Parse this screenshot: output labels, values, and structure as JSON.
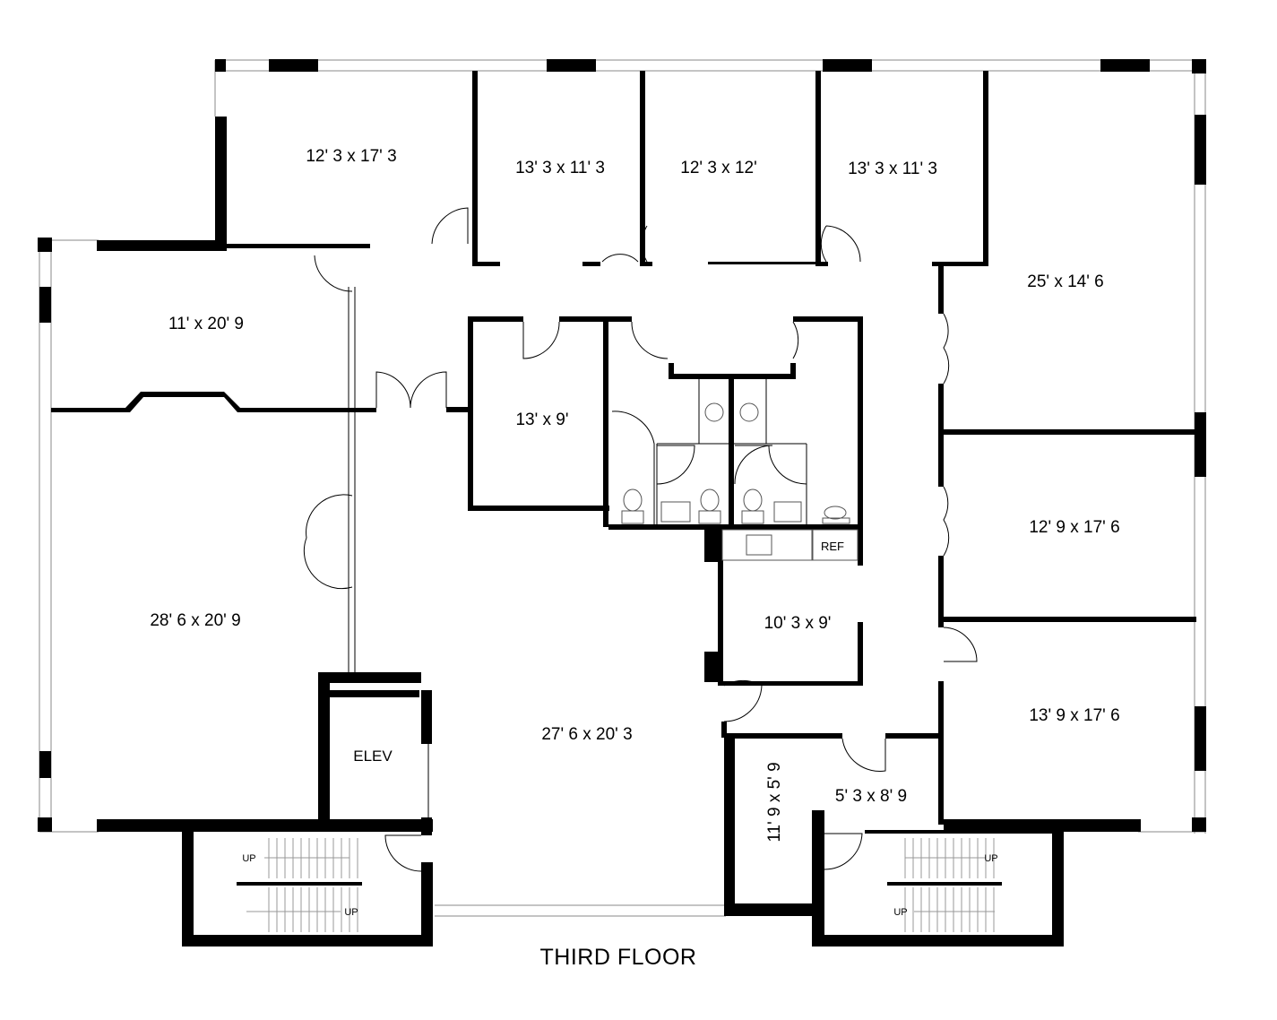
{
  "floor_title": "THIRD FLOOR",
  "rooms": {
    "office_a": "12' 3 x 17' 3",
    "office_b": "13' 3 x 11' 3",
    "office_c": "12' 3 x 12'",
    "office_d": "13' 3 x 11' 3",
    "office_ne": "25' x 14' 6",
    "office_w_small": "11' x 20' 9",
    "office_w_large": "28' 6 x 20' 9",
    "office_center": "13' x 9'",
    "office_e_mid": "12' 9 x 17' 6",
    "office_kitchen": "10' 3 x 9'",
    "office_se": "13' 9 x 17' 6",
    "main_space": "27' 6 x 20' 3",
    "storage_vertical": "11' 9 x 5' 9",
    "small_room": "5' 3 x 8' 9"
  },
  "labels": {
    "elevator": "ELEV",
    "refrigerator": "REF",
    "stair_up": "UP"
  }
}
